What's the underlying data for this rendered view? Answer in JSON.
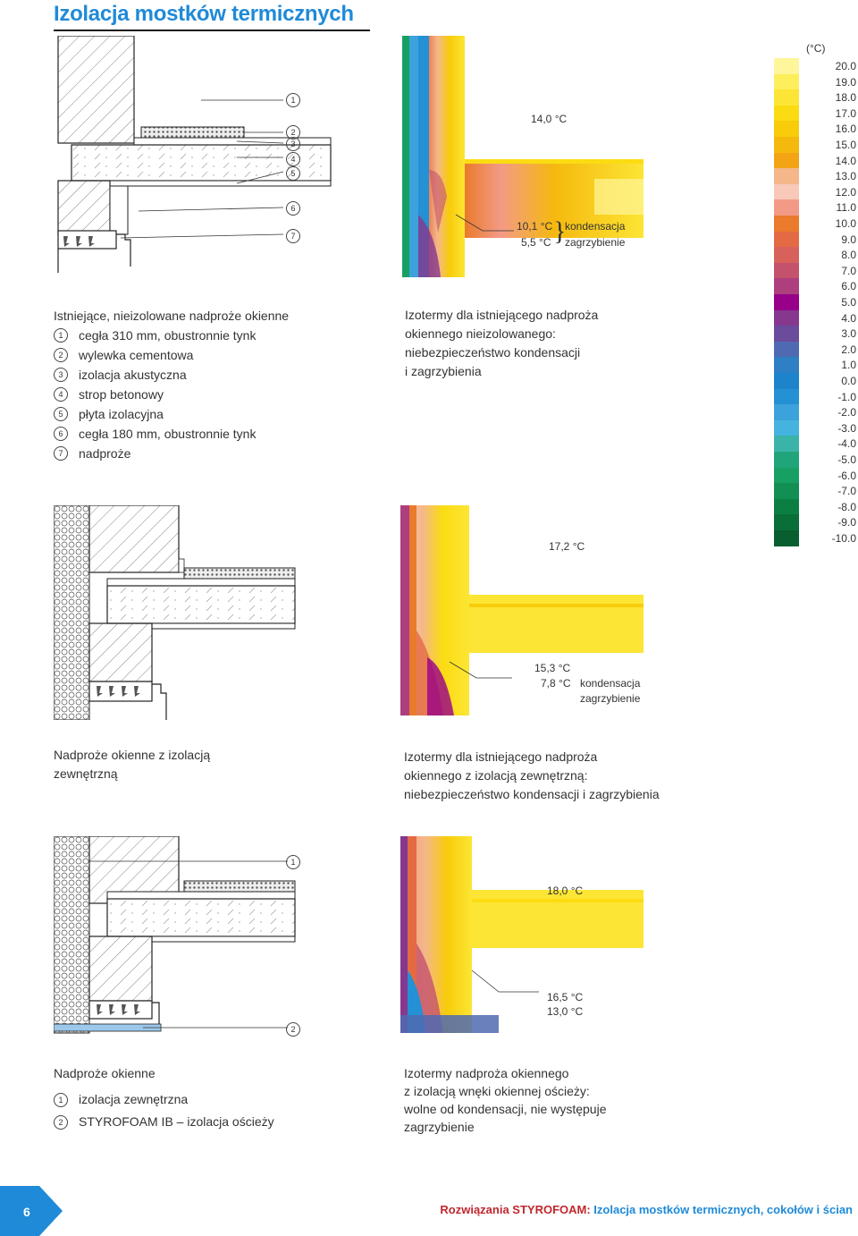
{
  "page_title": "Izolacja mostków termicznych",
  "section1": {
    "callouts": [
      "1",
      "2",
      "3",
      "4",
      "5",
      "6",
      "7"
    ],
    "heading": "Istniejące, nieizolowane nadproże okienne",
    "items": [
      {
        "num": "1",
        "text": "cegła 310 mm, obustronnie tynk"
      },
      {
        "num": "2",
        "text": "wylewka cementowa"
      },
      {
        "num": "3",
        "text": "izolacja akustyczna"
      },
      {
        "num": "4",
        "text": "strop betonowy"
      },
      {
        "num": "5",
        "text": "płyta izolacyjna"
      },
      {
        "num": "6",
        "text": "cegła 180 mm, obustronnie tynk"
      },
      {
        "num": "7",
        "text": "nadproże"
      }
    ],
    "iso_temp_top": "14,0 °C",
    "iso_temp_a": "10,1 °C",
    "iso_temp_b": "5,5 °C",
    "iso_note_a": "kondensacja",
    "iso_note_b": "zagrzybienie",
    "iso_caption": [
      "Izotermy dla istniejącego nadproża",
      "okiennego nieizolowanego:",
      "niebezpieczeństwo kondensacji",
      "i zagrzybienia"
    ]
  },
  "section2": {
    "caption": [
      "Nadproże okienne z izolacją",
      "zewnętrzną"
    ],
    "iso_temp_top": "17,2 °C",
    "iso_temp_a": "15,3 °C",
    "iso_temp_b": "7,8 °C",
    "iso_note_a": "kondensacja",
    "iso_note_b": "zagrzybienie",
    "iso_caption": [
      "Izotermy dla istniejącego nadproża",
      "okiennego z izolacją zewnętrzną:",
      "niebezpieczeństwo  kondensacji i zagrzybienia"
    ]
  },
  "section3": {
    "callouts": [
      "1",
      "2"
    ],
    "heading": "Nadproże okienne",
    "items": [
      {
        "num": "1",
        "text": "izolacja zewnętrzna"
      },
      {
        "num": "2",
        "text": "STYROFOAM IB – izolacja ościeży"
      }
    ],
    "iso_temp_top": "18,0 °C",
    "iso_temp_a": "16,5 °C",
    "iso_temp_b": "13,0 °C",
    "iso_caption": [
      "Izotermy nadproża okiennego",
      "z izolacją wnęki okiennej ościeży:",
      "wolne od kondensacji, nie występuje",
      "zagrzybienie"
    ]
  },
  "scale": {
    "unit": "(°C)",
    "labels": [
      "20.0",
      "19.0",
      "18.0",
      "17.0",
      "16.0",
      "15.0",
      "14.0",
      "13.0",
      "12.0",
      "11.0",
      "10.0",
      "9.0",
      "8.0",
      "7.0",
      "6.0",
      "5.0",
      "4.0",
      "3.0",
      "2.0",
      "1.0",
      "0.0",
      "-1.0",
      "-2.0",
      "-3.0",
      "-4.0",
      "-5.0",
      "-6.0",
      "-7.0",
      "-8.0",
      "-9.0",
      "-10.0"
    ],
    "colors": [
      "#fff59a",
      "#fdee5c",
      "#fce534",
      "#fbdc12",
      "#f8cc0a",
      "#f5b90e",
      "#f2a414",
      "#f4b78a",
      "#f8c9b8",
      "#f39a86",
      "#ea7a2c",
      "#e46a43",
      "#d8615b",
      "#c4526d",
      "#ad3f7f",
      "#98008a",
      "#86378e",
      "#6b4c9c",
      "#4f6ab2",
      "#2f7fc4",
      "#1d84cb",
      "#2391d4",
      "#3ca2dc",
      "#45b3df",
      "#3ab3a8",
      "#20a57a",
      "#17a063",
      "#128f52",
      "#0b7f42",
      "#0a6e38",
      "#085e2f"
    ]
  },
  "page_number": "6",
  "footer": {
    "brand": "Rozwiązania STYROFOAM:",
    "rest": " Izolacja mostków termicznych, cokołów i ścian"
  },
  "colors": {
    "title_blue": "#1f8ad8",
    "footer_red": "#c1272d"
  }
}
